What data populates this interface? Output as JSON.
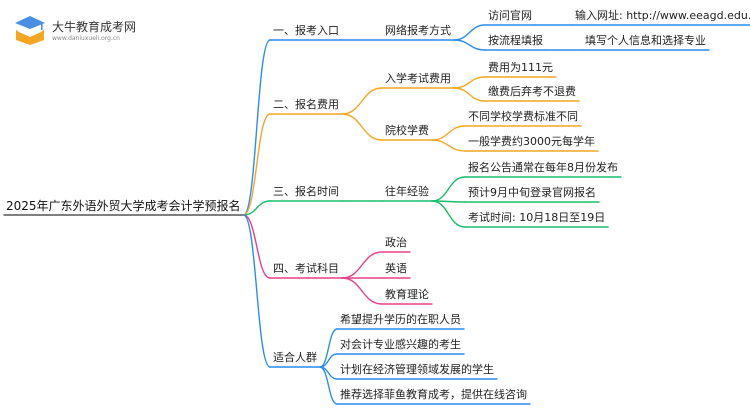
{
  "logo": {
    "title": "大牛教育成考网",
    "subtitle": "www.daniuxueli.org.cn",
    "colors": {
      "book": "#f5a623",
      "cap": "#4a90e2"
    }
  },
  "root": "2025年广东外语外贸大学成考会计学预报名",
  "branches": [
    {
      "label": "一、报考入口",
      "color": "#2d8cf0",
      "children": [
        {
          "label": "网络报考方式",
          "children": [
            {
              "label": "访问官网",
              "children": [
                {
                  "label": "输入网址: http://www.eeagd.edu.cn/cr"
                }
              ]
            },
            {
              "label": "按流程填报",
              "children": [
                {
                  "label": "填写个人信息和选择专业"
                }
              ]
            }
          ]
        }
      ]
    },
    {
      "label": "二、报名费用",
      "color": "#f5a623",
      "children": [
        {
          "label": "入学考试费用",
          "children": [
            {
              "label": "费用为111元"
            },
            {
              "label": "缴费后弃考不退费"
            }
          ]
        },
        {
          "label": "院校学费",
          "children": [
            {
              "label": "不同学校学费标准不同"
            },
            {
              "label": "一般学费约3000元每学年"
            }
          ]
        }
      ]
    },
    {
      "label": "三、报名时间",
      "color": "#19be6b",
      "children": [
        {
          "label": "往年经验",
          "children": [
            {
              "label": "报名公告通常在每年8月份发布"
            },
            {
              "label": "预计9月中旬登录官网报名"
            },
            {
              "label": "考试时间: 10月18日至19日"
            }
          ]
        }
      ]
    },
    {
      "label": "四、考试科目",
      "color": "#e8408a",
      "children": [
        {
          "label": "政治"
        },
        {
          "label": "英语"
        },
        {
          "label": "教育理论"
        }
      ]
    },
    {
      "label": "适合人群",
      "color": "#2d8cf0",
      "children": [
        {
          "label": "希望提升学历的在职人员"
        },
        {
          "label": "对会计专业感兴趣的考生"
        },
        {
          "label": "计划在经济管理领域发展的学生"
        },
        {
          "label": "推荐选择菲鱼教育成考，提供在线咨询"
        }
      ]
    }
  ]
}
